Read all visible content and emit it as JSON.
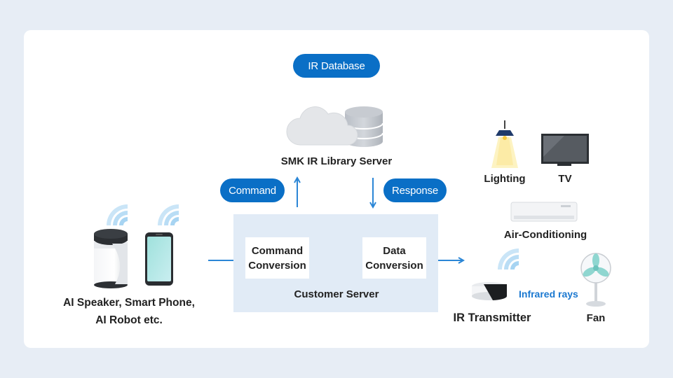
{
  "ir_database": "IR Database",
  "library_server": "SMK IR Library Server",
  "command_pill": "Command",
  "response_pill": "Response",
  "customer_server": "Customer Server",
  "command_conversion": [
    "Command",
    "Conversion"
  ],
  "data_conversion": [
    "Data",
    "Conversion"
  ],
  "devices_label": [
    "AI Speaker, Smart Phone,",
    "AI Robot etc."
  ],
  "ir_transmitter": "IR Transmitter",
  "infrared_rays": "Infrared rays",
  "appliances": {
    "lighting": "Lighting",
    "tv": "TV",
    "air_conditioning": "Air-Conditioning",
    "fan": "Fan"
  },
  "colors": {
    "accent": "#0a6fc6",
    "arrow": "#2b86d6",
    "box": "#e1ebf6",
    "background": "#e7edf5"
  }
}
